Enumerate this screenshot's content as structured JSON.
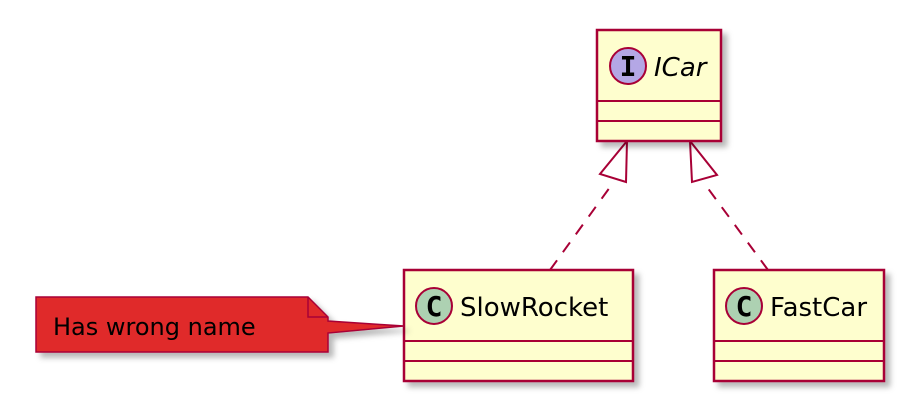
{
  "colors": {
    "class_fill": "#FEFECE",
    "border": "#A80036",
    "interface_badge": "#B4A7E5",
    "class_badge": "#ADD1B2",
    "note_fill": "#E02A2A",
    "shadow": "#BDBDBD"
  },
  "interface": {
    "badge": "I",
    "name": "ICar"
  },
  "classes": [
    {
      "badge": "C",
      "name": "SlowRocket"
    },
    {
      "badge": "C",
      "name": "FastCar"
    }
  ],
  "note": {
    "text": "Has wrong name"
  },
  "relations": [
    {
      "from": "SlowRocket",
      "to": "ICar",
      "type": "realization"
    },
    {
      "from": "FastCar",
      "to": "ICar",
      "type": "realization"
    }
  ]
}
